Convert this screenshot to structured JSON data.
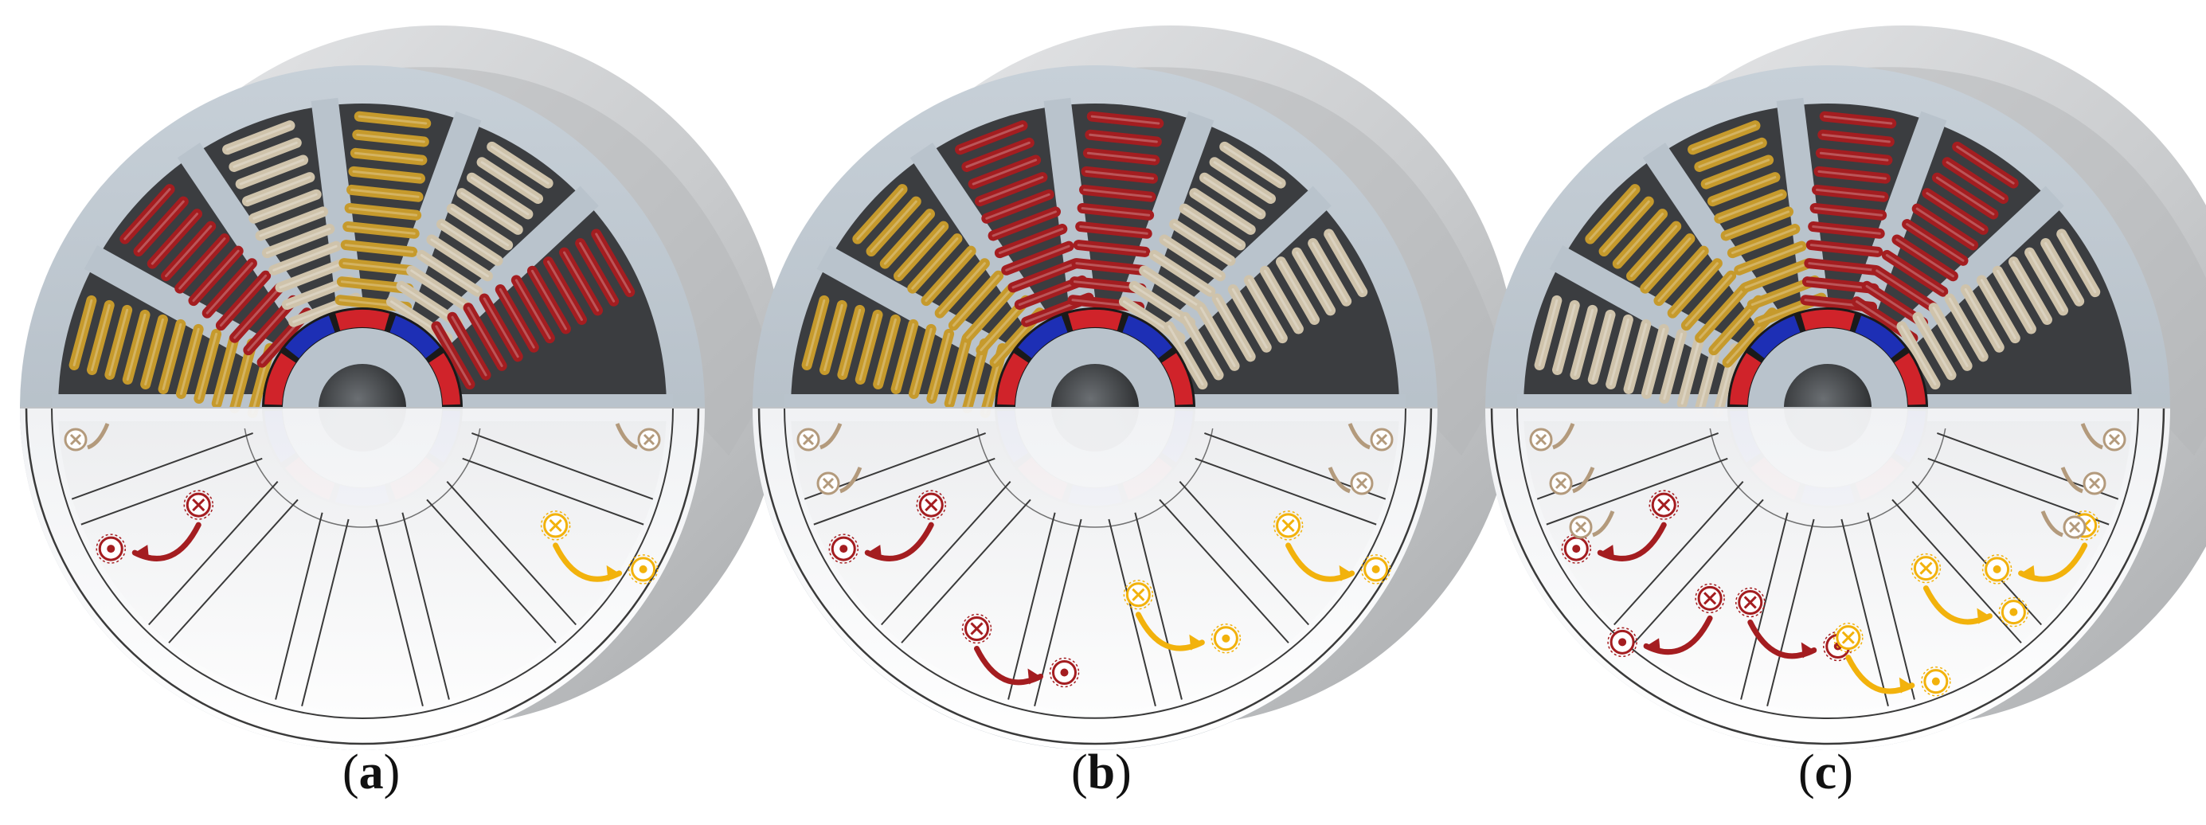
{
  "panels": [
    {
      "id": "a",
      "label_open": "(",
      "label_letter": "a",
      "label_close": ")",
      "winding_colors": [
        "#c69a2c",
        "#a41d20",
        "#cfc3ab",
        "#c69a2c",
        "#cfc3ab",
        "#a41d20"
      ],
      "flux_loops": [
        {
          "color": "#a41d20",
          "dir": "left"
        },
        {
          "color": "#f2b20c",
          "dir": "right"
        }
      ],
      "tan_markers": 2
    },
    {
      "id": "b",
      "label_open": "(",
      "label_letter": "b",
      "label_close": ")",
      "winding_colors": [
        "#c69a2c",
        "#c69a2c",
        "#a41d20",
        "#a41d20",
        "#cfc3ab",
        "#cfc3ab"
      ],
      "flux_loops": [
        {
          "color": "#a41d20",
          "dir": "left"
        },
        {
          "color": "#a41d20",
          "dir": "right"
        },
        {
          "color": "#f2b20c",
          "dir": "right"
        },
        {
          "color": "#f2b20c",
          "dir": "right"
        }
      ],
      "tan_markers": 4
    },
    {
      "id": "c",
      "label_open": "(",
      "label_letter": "c",
      "label_close": ")",
      "winding_colors": [
        "#cfc3ab",
        "#c69a2c",
        "#c69a2c",
        "#a41d20",
        "#a41d20",
        "#cfc3ab"
      ],
      "flux_loops": [
        {
          "color": "#a41d20",
          "dir": "left"
        },
        {
          "color": "#a41d20",
          "dir": "left"
        },
        {
          "color": "#a41d20",
          "dir": "right"
        },
        {
          "color": "#f2b20c",
          "dir": "right"
        },
        {
          "color": "#f2b20c",
          "dir": "right"
        },
        {
          "color": "#f2b20c",
          "dir": "left"
        }
      ],
      "tan_markers": 6
    }
  ],
  "colors": {
    "stator": "#b9c3cc",
    "stator_dark": "#8c96a0",
    "housing": "#d6d8da",
    "magnet_red": "#d0232a",
    "magnet_blue": "#1d2fb5",
    "coil_tan": "#cfc3ab",
    "coil_gold": "#c69a2c",
    "coil_red": "#a41d20",
    "flux_red": "#a41d20",
    "flux_yellow": "#f2b20c",
    "flux_tan": "#b39a7c",
    "outline": "#3a3a3a"
  }
}
